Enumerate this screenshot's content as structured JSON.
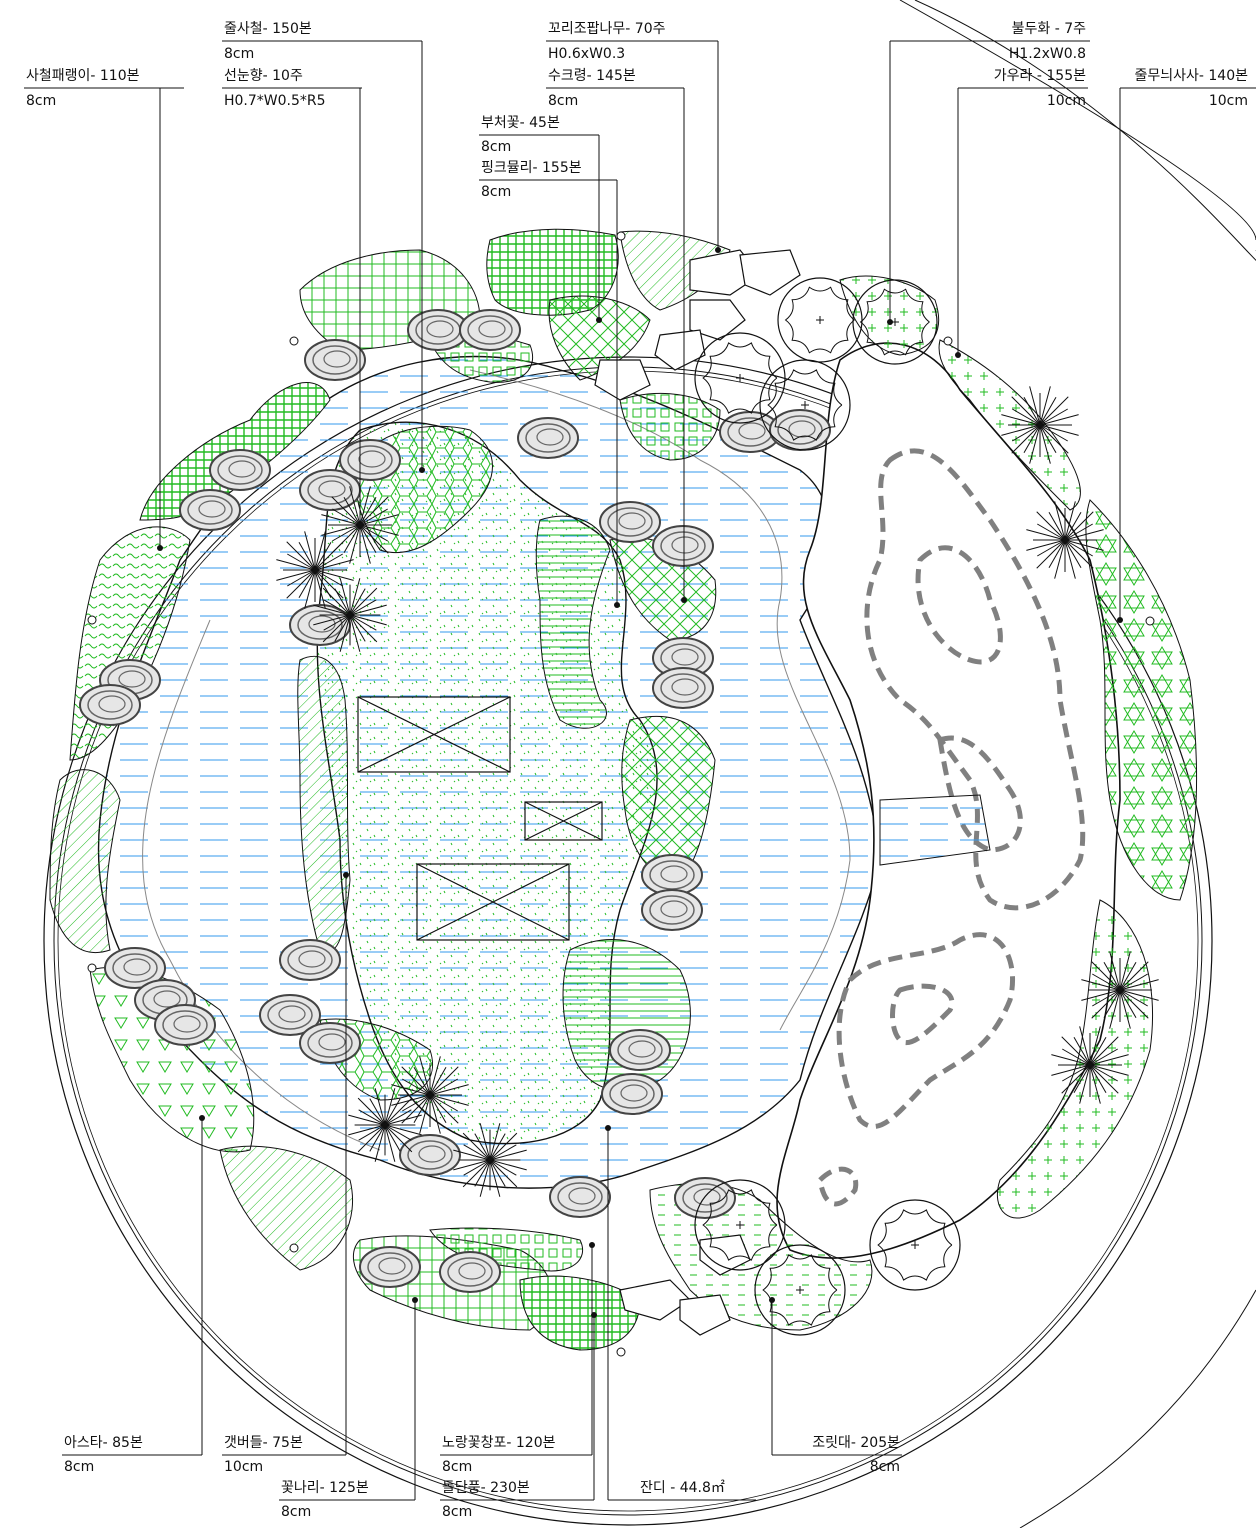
{
  "labels": [
    {
      "id": "sacheol",
      "name": "사철패랭이- 110본",
      "spec": "8cm"
    },
    {
      "id": "julsacheol",
      "name": "줄사철- 150본",
      "spec": "8cm"
    },
    {
      "id": "seonnunhyang",
      "name": "선눈향- 10주",
      "spec": "H0.7*W0.5*R5"
    },
    {
      "id": "kkori",
      "name": "꼬리조팝나무- 70주",
      "spec": "H0.6xW0.3"
    },
    {
      "id": "sukeuryeong",
      "name": "수크령- 145본",
      "spec": "8cm"
    },
    {
      "id": "buchikkot",
      "name": "부처꽃- 45본",
      "spec": "8cm"
    },
    {
      "id": "pinkmuhly",
      "name": "핑크뮬리- 155본",
      "spec": "8cm"
    },
    {
      "id": "buldu",
      "name": "불두화 - 7주",
      "spec": "H1.2xW0.8"
    },
    {
      "id": "gaura",
      "name": "가우라 - 155본",
      "spec": "10cm"
    },
    {
      "id": "julmunui",
      "name": "줄무늬사사- 140본",
      "spec": "10cm"
    },
    {
      "id": "aster",
      "name": "아스타- 85본",
      "spec": "8cm"
    },
    {
      "id": "gaetbeodeul",
      "name": "갯버들- 75본",
      "spec": "10cm"
    },
    {
      "id": "kkotnari",
      "name": "꽃나리- 125본",
      "spec": "8cm"
    },
    {
      "id": "norang",
      "name": "노랑꽃창포- 120본",
      "spec": "8cm"
    },
    {
      "id": "doldan",
      "name": "돌단풍- 230본",
      "spec": "8cm"
    },
    {
      "id": "jandi",
      "name": "잔디 - 44.8㎡",
      "spec": ""
    },
    {
      "id": "joritdae",
      "name": "조릿대- 205본",
      "spec": "8cm"
    }
  ],
  "colors": {
    "plant_hatch": "#22bb22",
    "water": "#3399ee",
    "outline": "#111111",
    "path_dash": "#808080",
    "rock": "#555555"
  }
}
